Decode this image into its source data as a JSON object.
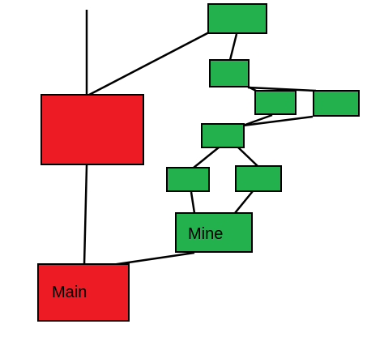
{
  "diagram": {
    "colors": {
      "red": "#ed1c24",
      "green": "#22b14c",
      "line": "#000000"
    },
    "nodes": {
      "main": {
        "label": "Main",
        "color": "red"
      },
      "mine": {
        "label": "Mine",
        "color": "green"
      },
      "red_upper": {
        "label": "",
        "color": "red"
      },
      "green_1": {
        "label": "",
        "color": "green"
      },
      "green_2": {
        "label": "",
        "color": "green"
      },
      "green_3": {
        "label": "",
        "color": "green"
      },
      "green_4": {
        "label": "",
        "color": "green"
      },
      "green_5": {
        "label": "",
        "color": "green"
      },
      "green_6": {
        "label": "",
        "color": "green"
      },
      "green_7": {
        "label": "",
        "color": "green"
      }
    }
  }
}
